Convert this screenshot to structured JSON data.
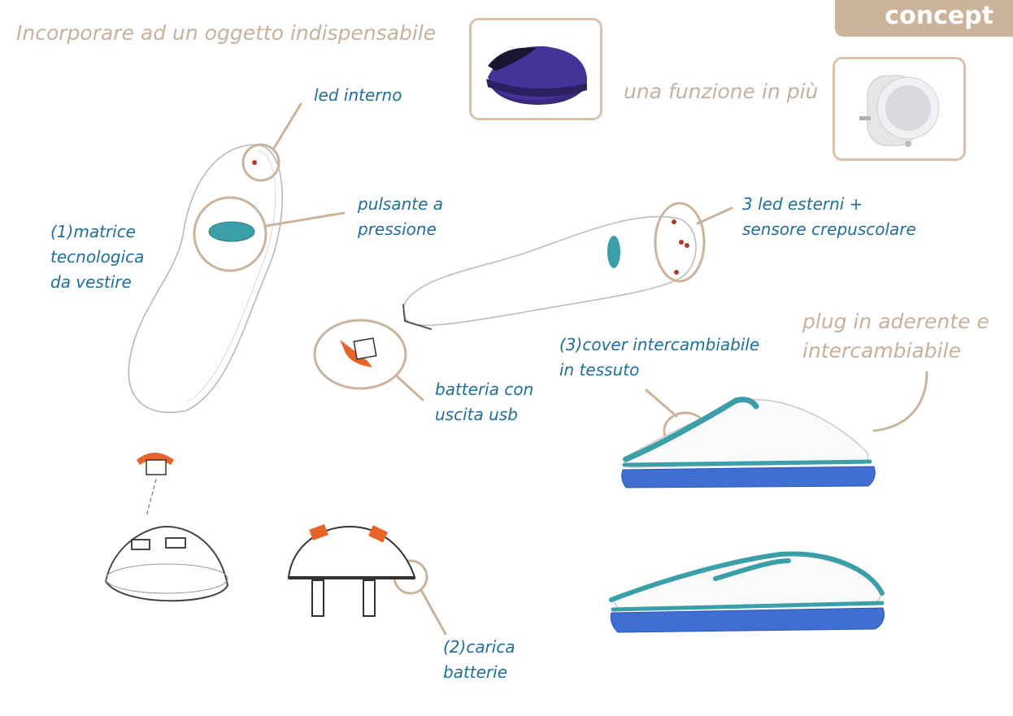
{
  "header": {
    "title": "Incorporare ad un oggetto indispensabile",
    "tab": "concept",
    "subtitle": "una funzione in più"
  },
  "photos": {
    "slipper_icon": "slipper-photo",
    "nightlight_icon": "night-light-photo"
  },
  "labels": {
    "led_interno": "led interno",
    "pulsante_1": "pulsante a",
    "pulsante_2": "pressione",
    "matrice_1": "(1)matrice",
    "matrice_2": "tecnologica",
    "matrice_3": "da vestire",
    "led_esterni_1": "3 led esterni +",
    "led_esterni_2": "sensore crepuscolare",
    "plug_1": "plug in aderente e",
    "plug_2": "intercambiabile",
    "cover_1": "(3)cover intercambiabile",
    "cover_2": "in tessuto",
    "batteria_1": "batteria con",
    "batteria_2": "uscita usb",
    "carica_1": "(2)carica",
    "carica_2": "batterie"
  },
  "colors": {
    "accent_beige": "#cbb49b",
    "label_blue": "#1f6e9c",
    "teal": "#3a9fa8",
    "orange": "#e8632a",
    "sole_blue": "#3f6fd0"
  }
}
